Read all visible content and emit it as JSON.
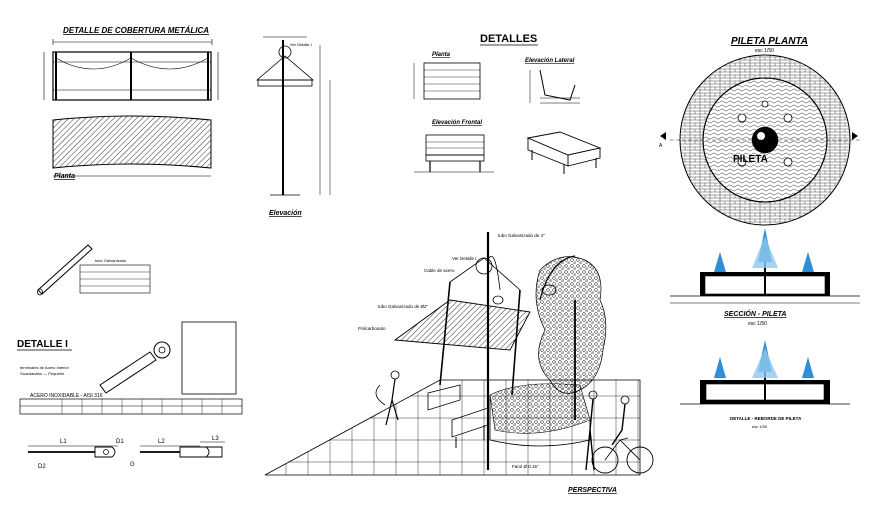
{
  "titles": {
    "coverage": "DETALLE DE COBERTURA METÁLICA",
    "details": "DETALLES",
    "pool_plan": "PILETA PLANTA",
    "pool_plan_scale": "esc 1/50",
    "detail1": "DETALLE I",
    "section": "SECCIÓN - PILETA",
    "section_scale": "esc 1/50",
    "pool_edge": "DETALLE - REBORDE DE PILETA",
    "pool_edge_scale": "esc 1/50",
    "perspective": "PERSPECTIVA",
    "elevation": "Elevación",
    "plan": "Planta",
    "bench_plan": "Planta",
    "bench_side": "Elevación Lateral",
    "bench_front": "Elevación Frontal"
  },
  "labels": {
    "pool_name": "PILETA",
    "steel": "ACERO INOXIDABLE - AISI 316",
    "tube": "tubo Galvanizado",
    "tube_4": "tubo Galvanizado de 4\"",
    "tube_2": "tubo Galvanizado de Ø2\"",
    "rod_1": "Ver Detalle I",
    "rod_2": "Ver Detalle I",
    "policarbonato": "Policarbonato",
    "cable": "Cable de acero",
    "lamp": "Farol Ø 0.15\"",
    "detail1_note_1": "terminales de Acero Interior",
    "detail1_note_2": "Guardacabo — Pequeño",
    "cota_l1": "L1",
    "cota_l2": "L2",
    "cota_l3": "L3",
    "cota_d1": "D1",
    "cota_d2": "D2",
    "cota_g": "G",
    "section_a": "A"
  },
  "colors": {
    "line": "#000000",
    "water": "#2f8fd8",
    "water_light": "#8fc8ee"
  }
}
